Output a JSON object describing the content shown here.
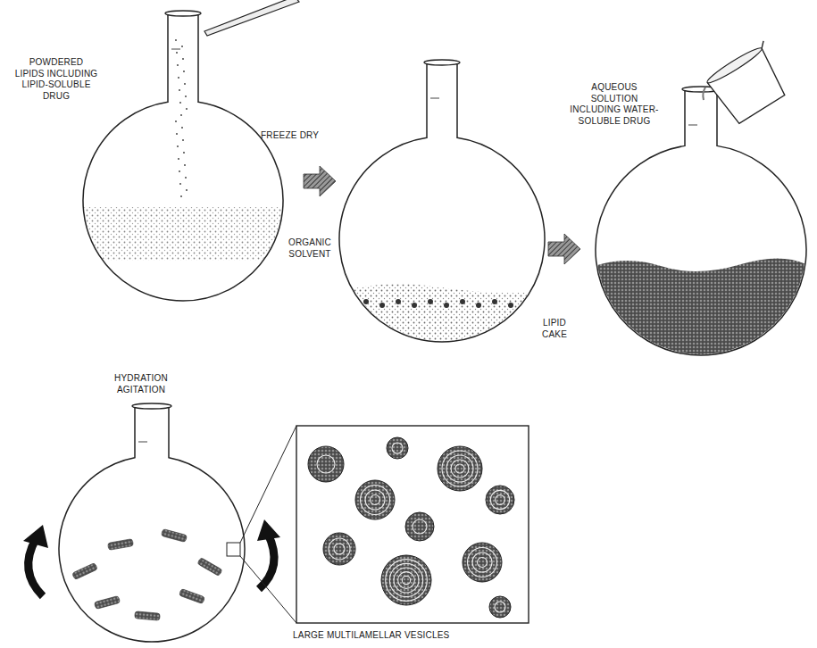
{
  "diagram": {
    "labels": [
      "POWDERED LIPIDS INCLUDING LIPID-SOLUBLE DRUG",
      "FREEZE DRY",
      "ORGANIC SOLVENT",
      "LIPID CAKE",
      "AQUEOUS SOLUTION INCLUDING WATER-SOLUBLE DRUG",
      "HYDRATION AGITATION",
      "LARGE MULTILAMELLAR VESICLES"
    ]
  }
}
